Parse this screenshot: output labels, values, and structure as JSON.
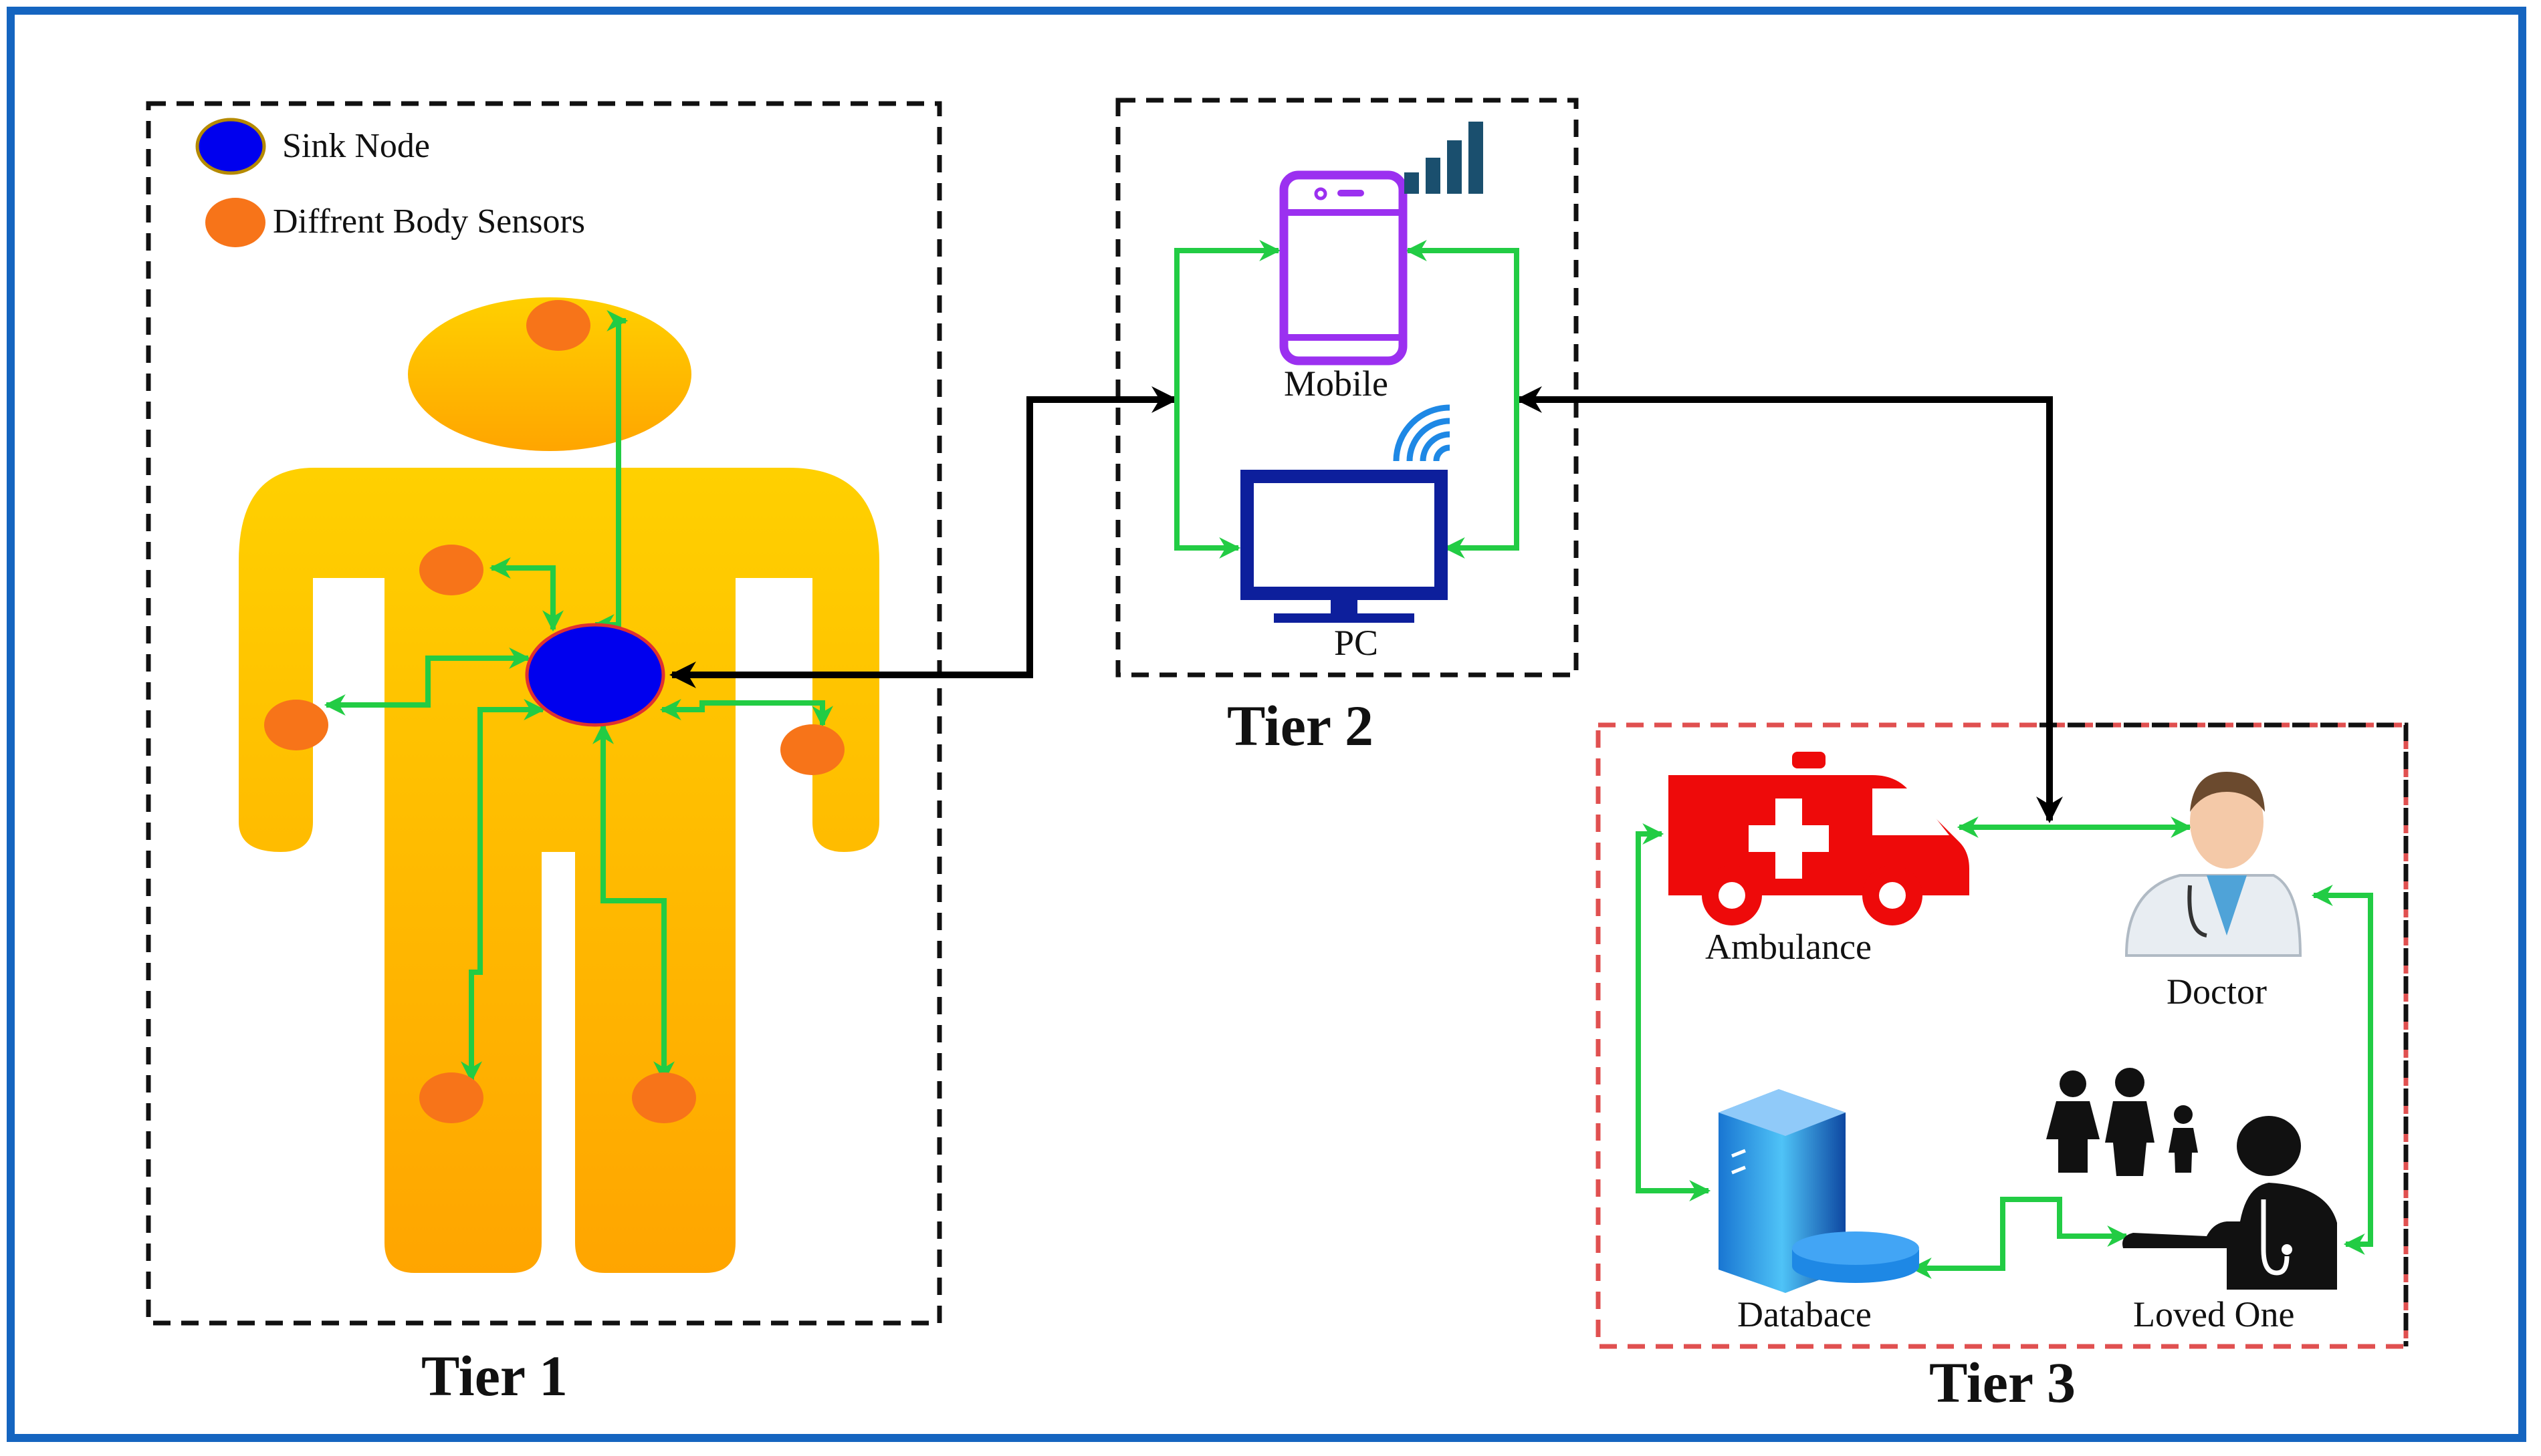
{
  "legend": {
    "sink_node": "Sink Node",
    "body_sensors": "Diffrent Body Sensors"
  },
  "tiers": {
    "tier1": "Tier 1",
    "tier2": "Tier 2",
    "tier3": "Tier 3"
  },
  "devices": {
    "mobile": "Mobile",
    "pc": "PC"
  },
  "services": {
    "ambulance": "Ambulance",
    "doctor": "Doctor",
    "database": "Databace",
    "loved_one": "Loved One"
  },
  "colors": {
    "frame": "#1565c0",
    "body": "#fcc40a",
    "sink_node": "#0000ee",
    "sensor": "#f77419",
    "green_arrow": "#22cc44",
    "black_arrow": "#000000",
    "mobile": "#9b30f0",
    "pc": "#0d1f9c",
    "ambulance": "#ee0a0a",
    "tier3_border": "#e05050"
  }
}
